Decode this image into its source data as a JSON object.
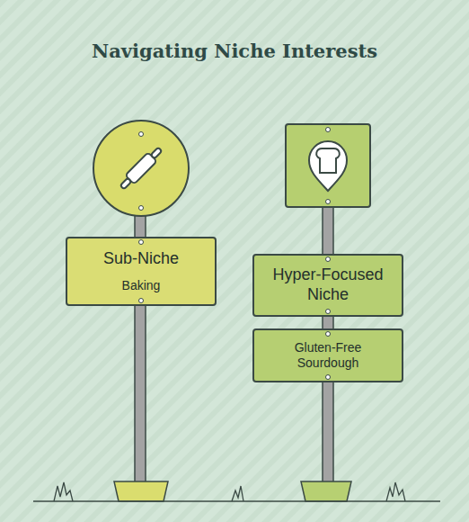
{
  "diagram": {
    "title": "Navigating Niche Interests",
    "nodes": [
      {
        "text": [
          "Sub-Niche",
          "Baking"
        ]
      },
      {
        "text": [
          "Hyper-Focused Niche"
        ]
      },
      {
        "text": [
          "Gluten-Free Sourdough"
        ]
      }
    ]
  }
}
